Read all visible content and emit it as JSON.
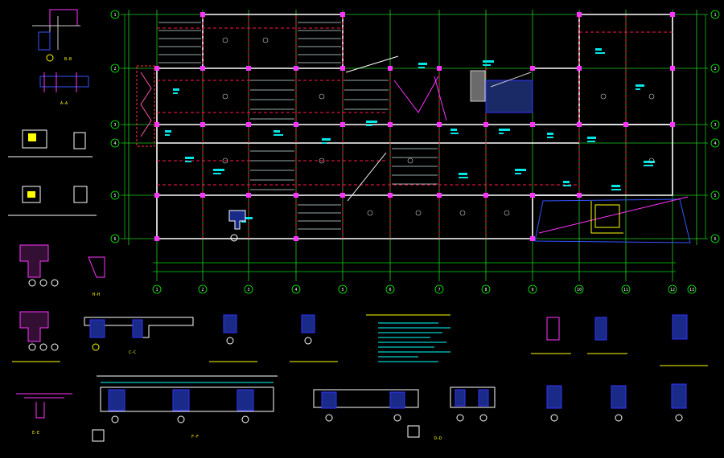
{
  "grid": {
    "rows": [
      "1",
      "2",
      "3",
      "4",
      "5",
      "6"
    ],
    "cols": [
      "1",
      "2",
      "3",
      "4",
      "5",
      "6",
      "7",
      "8",
      "9",
      "10",
      "11",
      "12",
      "13"
    ]
  },
  "sections": {
    "a": "A-A",
    "b": "B-B",
    "c": "C-C",
    "d": "D-D",
    "e": "E-E",
    "f": "F-F",
    "h": "H-H"
  },
  "colors": {
    "background": "#000000",
    "grid_line": "#00ff00",
    "beam": "#ffffff",
    "hidden_beam": "#ff0033",
    "dimension": "#00ffff",
    "column": "#ff00ff",
    "detail": "#4466ff",
    "annotation": "#ffff00"
  }
}
